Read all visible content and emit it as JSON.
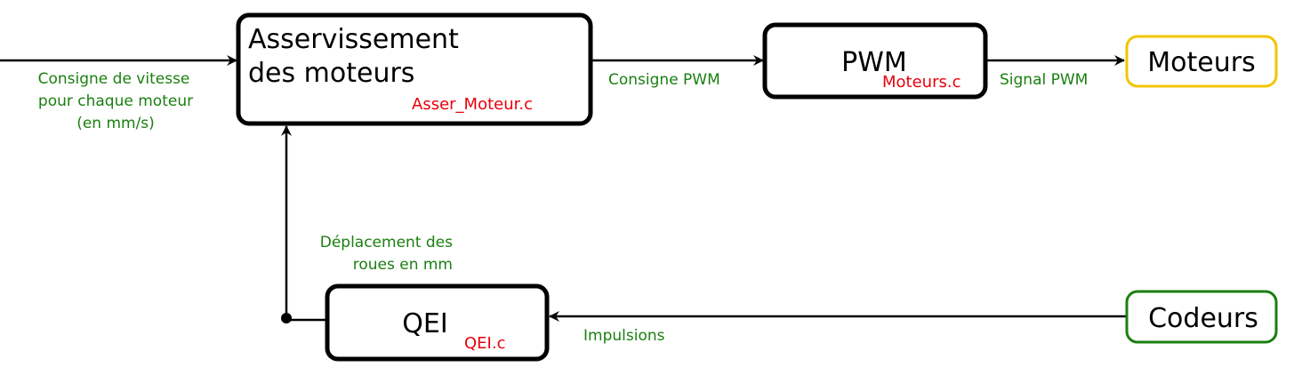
{
  "colors": {
    "box_stroke": "#000000",
    "file_label": "#e8000b",
    "edge_label": "#1a7f10",
    "motors_stroke": "#f2c500",
    "encoders_stroke": "#1a7f10"
  },
  "nodes": {
    "asserv": {
      "title_line1": "Asservissement",
      "title_line2": "des moteurs",
      "file": "Asser_Moteur.c"
    },
    "pwm": {
      "title": "PWM",
      "file": "Moteurs.c"
    },
    "moteurs": {
      "title": "Moteurs"
    },
    "qei": {
      "title": "QEI",
      "file": "QEI.c"
    },
    "codeurs": {
      "title": "Codeurs"
    }
  },
  "edges": {
    "consigne_vitesse": {
      "line1": "Consigne de vitesse",
      "line2": "pour chaque moteur",
      "line3": "(en mm/s)"
    },
    "consigne_pwm": "Consigne PWM",
    "signal_pwm": "Signal PWM",
    "deplacement": {
      "line1": "Déplacement des",
      "line2": "roues en mm"
    },
    "impulsions": "Impulsions"
  }
}
